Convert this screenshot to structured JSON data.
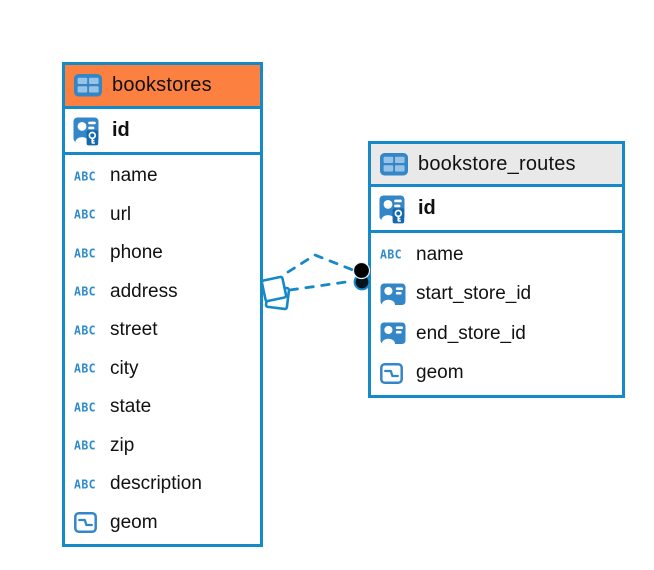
{
  "diagram_type": "entity-relationship",
  "icons": {
    "text_type_label": "ABC"
  },
  "colors": {
    "canvas_bg": "#ffffff",
    "table_border": "#1689c7",
    "selected_header_bg": "#fc8140",
    "default_header_bg": "#e9e9e9",
    "icon_blue": "#3387c9",
    "connector_blue": "#1689c7",
    "text": "#111111"
  },
  "tables": [
    {
      "name": "bookstores",
      "header_bg": "#fc8140",
      "columns": [
        {
          "name": "id",
          "type": "primary-key"
        },
        {
          "name": "name",
          "type": "text"
        },
        {
          "name": "url",
          "type": "text"
        },
        {
          "name": "phone",
          "type": "text"
        },
        {
          "name": "address",
          "type": "text"
        },
        {
          "name": "street",
          "type": "text"
        },
        {
          "name": "city",
          "type": "text"
        },
        {
          "name": "state",
          "type": "text"
        },
        {
          "name": "zip",
          "type": "text"
        },
        {
          "name": "description",
          "type": "text"
        },
        {
          "name": "geom",
          "type": "geometry"
        }
      ]
    },
    {
      "name": "bookstore_routes",
      "header_bg": "#e9e9e9",
      "columns": [
        {
          "name": "id",
          "type": "primary-key"
        },
        {
          "name": "name",
          "type": "text"
        },
        {
          "name": "start_store_id",
          "type": "foreign-key"
        },
        {
          "name": "end_store_id",
          "type": "foreign-key"
        },
        {
          "name": "geom",
          "type": "geometry"
        }
      ]
    }
  ],
  "connector": {
    "style": "dashed",
    "line_count": 2,
    "source_marker": "stacked-squares",
    "target_marker": "stacked-dots"
  }
}
